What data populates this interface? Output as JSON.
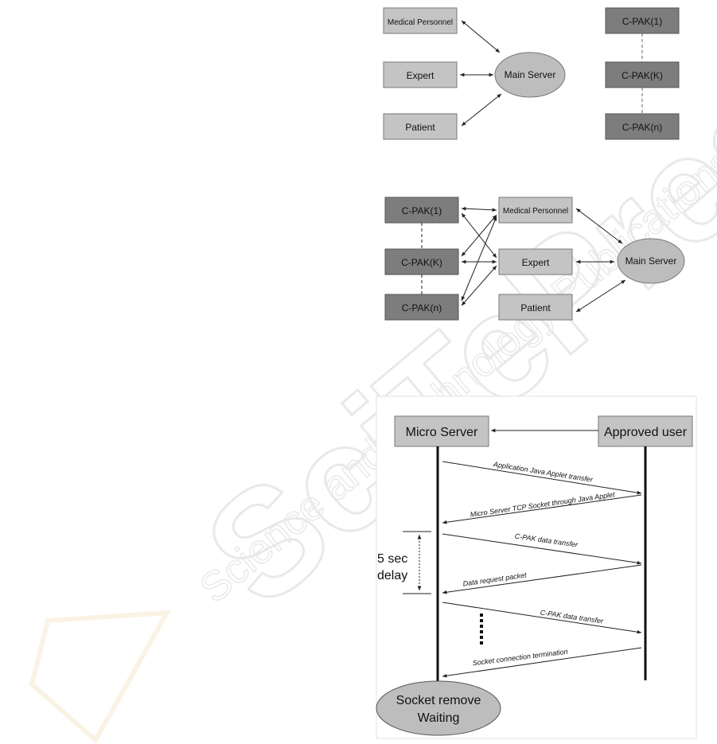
{
  "diagram1": {
    "boxes": {
      "medical": "Medical Personnel",
      "expert": "Expert",
      "patient": "Patient",
      "main_server": "Main Server",
      "cpak1": "C-PAK(1)",
      "cpakk": "C-PAK(K)",
      "cpakn": "C-PAK(n)"
    }
  },
  "diagram2": {
    "boxes": {
      "cpak1": "C-PAK(1)",
      "cpakk": "C-PAK(K)",
      "cpakn": "C-PAK(n)",
      "medical": "Medical Personnel",
      "expert": "Expert",
      "patient": "Patient",
      "main_server": "Main Server"
    }
  },
  "sequence": {
    "micro_server": "Micro Server",
    "approved_user": "Approved user",
    "messages": [
      "Application Java Applet transfer",
      "Micro Server TCP Socket through Java Applet",
      "C-PAK data transfer",
      "Data request packet",
      "C-PAK data transfer",
      "Socket connection termination"
    ],
    "delay_line1": "5 sec",
    "delay_line2": "delay",
    "end_state_line1": "Socket remove",
    "end_state_line2": "Waiting"
  },
  "watermark": {
    "line1": "SciTePress",
    "line2": "Science and Technology Publications"
  },
  "colors": {
    "light_box": "#c4c4c4",
    "dark_box": "#7d7d7d",
    "ellipse": "#bdbdbd",
    "line": "#222222"
  }
}
